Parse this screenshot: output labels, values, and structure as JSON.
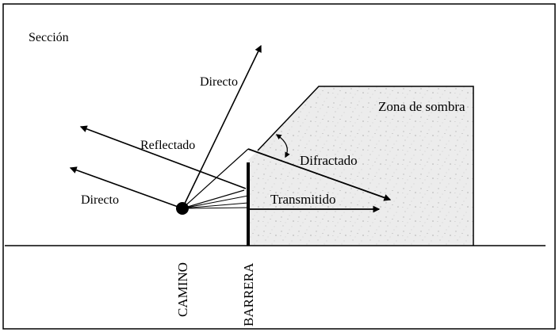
{
  "section_label": "Sección",
  "rays": {
    "direct_up": "Directo",
    "reflected": "Reflectado",
    "direct_left": "Directo",
    "diffracted": "Difractado",
    "transmitted": "Transmitido"
  },
  "shadow_zone_label": "Zona de sombra",
  "axis_labels": {
    "road": "CAMINO",
    "barrier": "BARRERA"
  },
  "colors": {
    "ink": "#000000",
    "shadow_fill": "#e9e9e9",
    "shadow_speckle": "#bdbdbd",
    "background": "#ffffff"
  }
}
